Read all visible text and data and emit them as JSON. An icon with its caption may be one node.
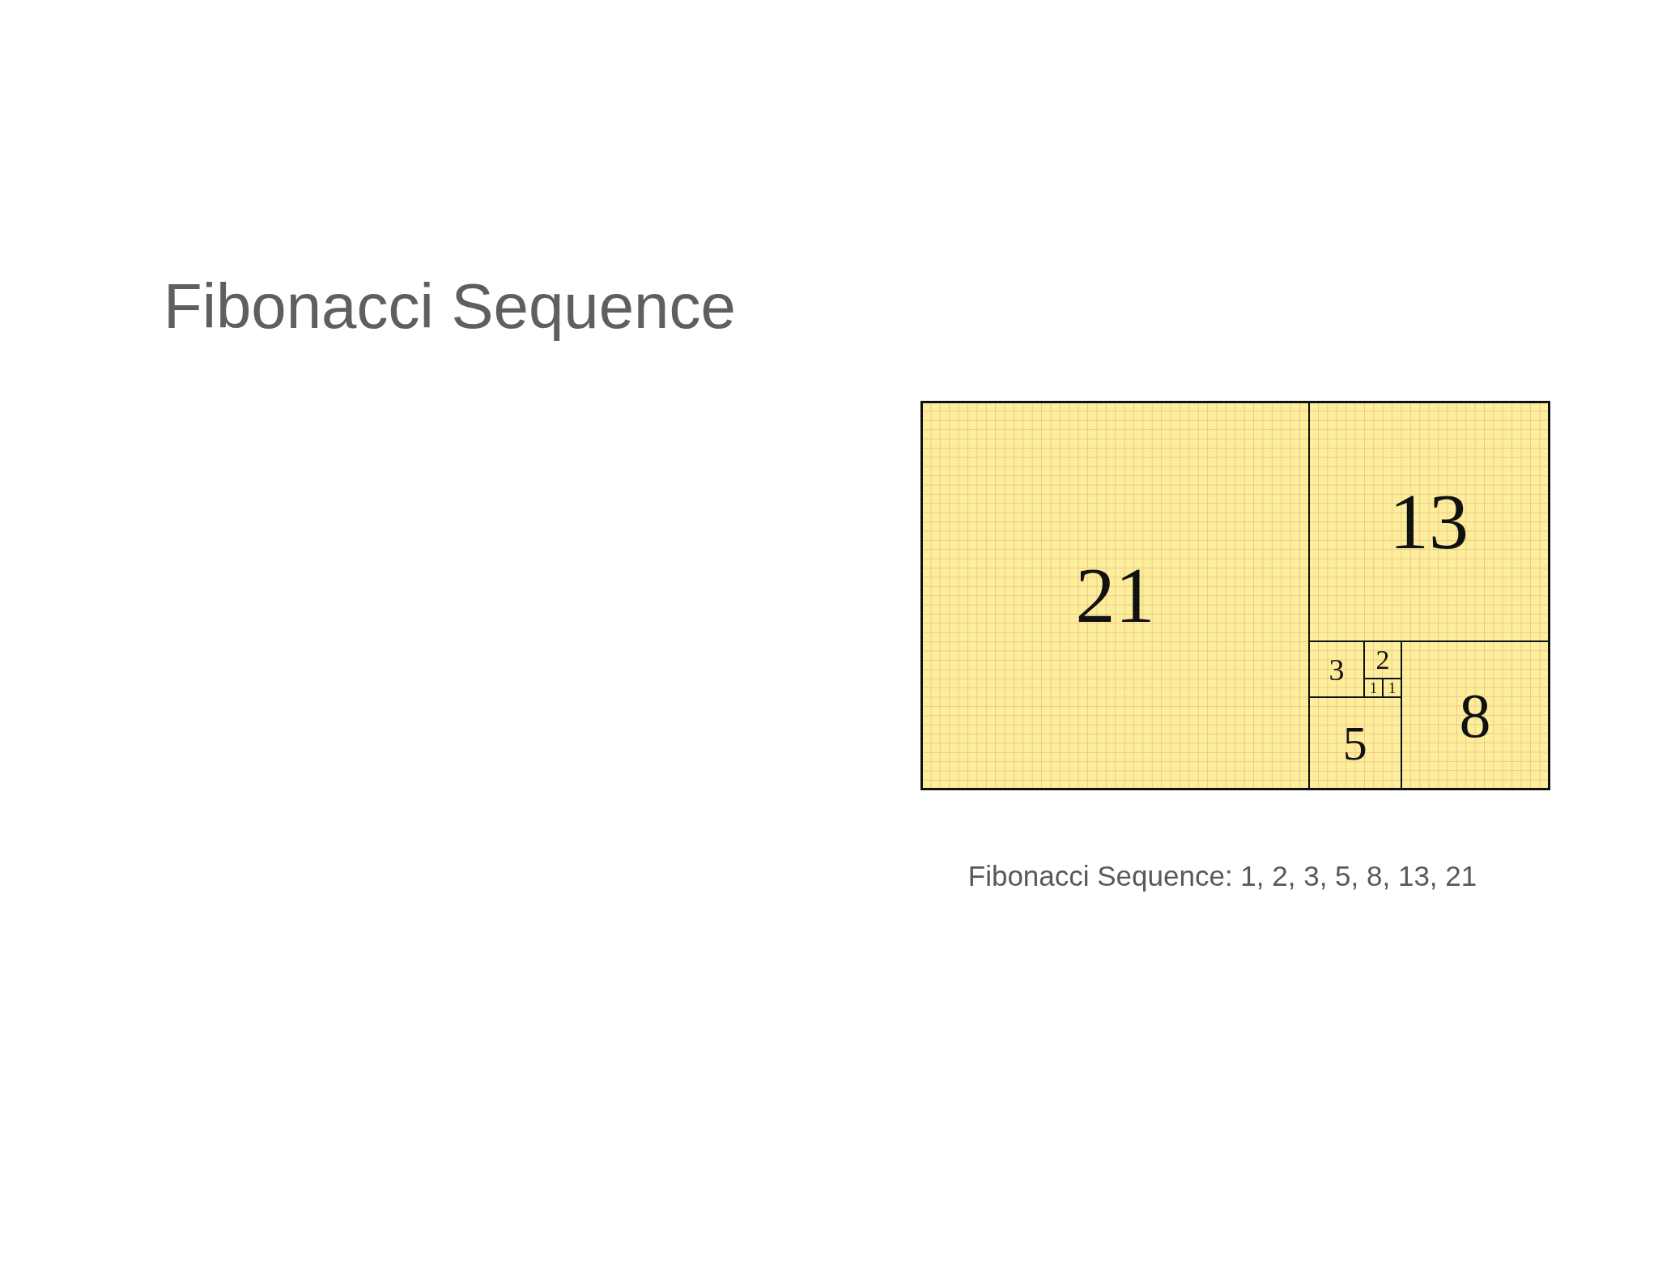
{
  "diagram": {
    "title": "Fibonacci Sequence",
    "caption": "Fibonacci Sequence: 1, 2, 3, 5, 8, 13, 21",
    "nodes": [
      {
        "text": [
          "21"
        ]
      },
      {
        "text": [
          "13"
        ]
      },
      {
        "text": [
          "3"
        ]
      },
      {
        "text": [
          "2"
        ]
      },
      {
        "text": [
          "1"
        ]
      },
      {
        "text": [
          "1"
        ]
      },
      {
        "text": [
          "5"
        ]
      },
      {
        "text": [
          "8"
        ]
      }
    ]
  }
}
